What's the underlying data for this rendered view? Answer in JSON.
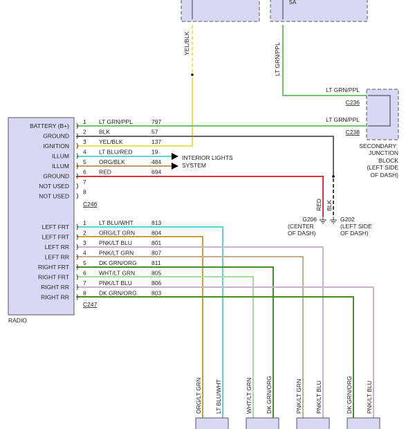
{
  "top_fuses": [
    {
      "rating": ""
    },
    {
      "rating": "5A"
    }
  ],
  "top_wires": {
    "yel_blk": "YEL/BLK",
    "lt_grn_ppl": "LT GRN/PPL"
  },
  "radio": {
    "label": "RADIO",
    "c246": {
      "connector": "C246",
      "pins": [
        {
          "pin": "1",
          "function": "BATTERY (B+)",
          "color": "LT GRN/PPL",
          "circuit": "797"
        },
        {
          "pin": "2",
          "function": "GROUND",
          "color": "BLK",
          "circuit": "57"
        },
        {
          "pin": "3",
          "function": "IGNITION",
          "color": "YEL/BLK",
          "circuit": "137"
        },
        {
          "pin": "4",
          "function": "ILLUM",
          "color": "LT BLU/RED",
          "circuit": "19"
        },
        {
          "pin": "5",
          "function": "ILLUM",
          "color": "ORG/BLK",
          "circuit": "484"
        },
        {
          "pin": "6",
          "function": "GROUND",
          "color": "RED",
          "circuit": "694"
        },
        {
          "pin": "7",
          "function": "NOT USED",
          "color": "",
          "circuit": ""
        },
        {
          "pin": "8",
          "function": "NOT USED",
          "color": "",
          "circuit": ""
        }
      ]
    },
    "c247": {
      "connector": "C247",
      "pins": [
        {
          "pin": "1",
          "function": "LEFT FRT",
          "color": "LT BLU/WHT",
          "circuit": "813"
        },
        {
          "pin": "2",
          "function": "LEFT FRT",
          "color": "ORG/LT GRN",
          "circuit": "804"
        },
        {
          "pin": "3",
          "function": "LEFT RR",
          "color": "PNK/LT BLU",
          "circuit": "801"
        },
        {
          "pin": "4",
          "function": "LEFT RR",
          "color": "PNK/LT GRN",
          "circuit": "807"
        },
        {
          "pin": "5",
          "function": "RIGHT FRT",
          "color": "DK GRN/ORG",
          "circuit": "811"
        },
        {
          "pin": "6",
          "function": "RIGHT FRT",
          "color": "WHT/LT GRN",
          "circuit": "805"
        },
        {
          "pin": "7",
          "function": "RIGHT RR",
          "color": "PNK/LT BLU",
          "circuit": "806"
        },
        {
          "pin": "8",
          "function": "RIGHT RR",
          "color": "DK GRN/ORG",
          "circuit": "803"
        }
      ]
    }
  },
  "interior_lights": {
    "line1": "INTERIOR LIGHTS",
    "line2": "SYSTEM"
  },
  "junction_block": {
    "wire1": "LT GRN/PPL",
    "connector1": "C236",
    "wire2": "LT GRN/PPL",
    "connector2": "C238",
    "label": [
      "SECONDARY",
      "JUNCTION",
      "BLOCK",
      "(LEFT SIDE",
      "OF DASH)"
    ]
  },
  "grounds": {
    "red_label": "RED",
    "blk_label": "BLK",
    "g206": [
      "G206",
      "(CENTER",
      "OF DASH)"
    ],
    "g202": [
      "G202",
      "(LEFT SIDE",
      "OF DASH)"
    ]
  },
  "bottom_wires": [
    "ORG/LT GRN",
    "LT BLU/WHT",
    "WHT/LT GRN",
    "DK GRN/ORG",
    "PNK/LT GRN",
    "PNK/LT BLU",
    "DK GRN/ORG",
    "PNK/LT BLU"
  ],
  "colors": {
    "component_fill": "#d8d8f4",
    "lt_grn_ppl": "#6cc46c",
    "blk": "#666666",
    "yel": "#e8e05a",
    "lt_blu": "#5fd0dc",
    "org": "#c89a5a",
    "red": "#e03030",
    "org_lt_grn": "#c8a040",
    "pnk_lt_blu": "#c8b4c8",
    "pnk_lt_grn": "#c8aa90",
    "dk_grn_org": "#4a8a2a",
    "wht_lt_grn": "#a0e098"
  }
}
